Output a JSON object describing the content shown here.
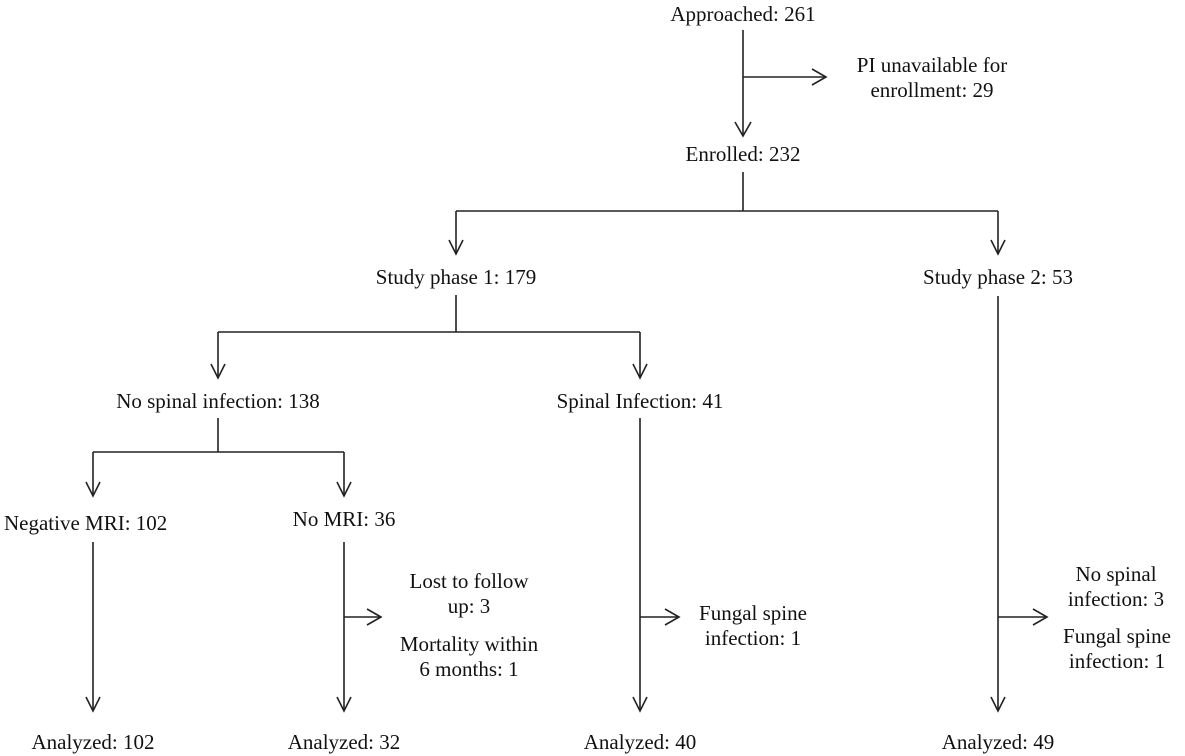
{
  "diagram": {
    "approached": "Approached: 261",
    "pi_unavailable": [
      "PI unavailable for",
      "enrollment: 29"
    ],
    "enrolled": "Enrolled: 232",
    "phase1": "Study phase 1: 179",
    "phase2": "Study phase 2: 53",
    "no_spinal": "No spinal infection: 138",
    "spinal": "Spinal Infection: 41",
    "negative_mri": "Negative MRI: 102",
    "no_mri": "No MRI: 36",
    "lost_followup": [
      "Lost to follow",
      "up: 3"
    ],
    "mortality": [
      "Mortality within",
      "6 months: 1"
    ],
    "fungal_p1": [
      "Fungal spine",
      "infection: 1"
    ],
    "p2_no_spinal": [
      "No spinal",
      "infection: 3"
    ],
    "p2_fungal": [
      "Fungal spine",
      "infection: 1"
    ],
    "analyzed_102": "Analyzed: 102",
    "analyzed_32": "Analyzed: 32",
    "analyzed_40": "Analyzed: 40",
    "analyzed_49": "Analyzed: 49"
  }
}
